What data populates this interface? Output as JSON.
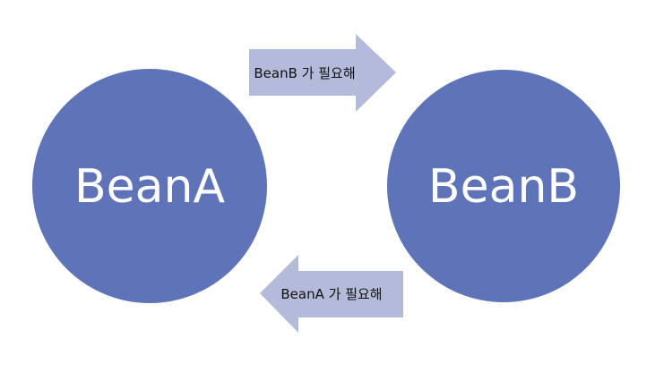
{
  "nodes": [
    {
      "label": "BeanA"
    },
    {
      "label": "BeanB"
    }
  ],
  "arrows": [
    {
      "label": "BeanB 가 필요해",
      "direction": "right"
    },
    {
      "label": "BeanA 가 필요해",
      "direction": "left"
    }
  ],
  "colors": {
    "circle": "#5F74B8",
    "arrow": "#B4BAD9",
    "circle_text": "#FFFFFF",
    "arrow_text": "#111111"
  }
}
